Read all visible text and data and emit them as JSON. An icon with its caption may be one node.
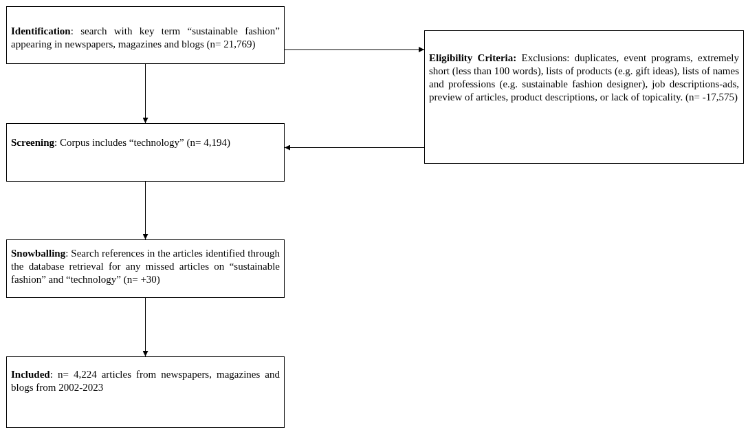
{
  "diagram": {
    "nodes": [
      {
        "text": [
          "**Identification**: search with key term “sustainable fashion” appearing in newspapers, magazines and blogs (n= 21,769)"
        ]
      },
      {
        "text": [
          "**Screening**: Corpus includes “technology” (n= 4,194)"
        ]
      },
      {
        "text": [
          "**Snowballing**: Search references in the articles identified through the database retrieval for any missed articles on “sustainable fashion” and “technology” (n= +30)"
        ]
      },
      {
        "text": [
          "**Included**: n= 4,224 articles from newspapers, magazines and blogs from 2002-2023"
        ]
      },
      {
        "text": [
          "**Eligibility Criteria:** Exclusions: duplicates, event programs, extremely short (less than 100 words), lists of products (e.g. gift ideas), lists of names and professions (e.g. sustainable fashion designer), job descriptions-ads, preview of articles, product descriptions, or lack of topicality. (n= -17,575)"
        ]
      }
    ],
    "edges": [
      {
        "from": 0,
        "to": 1,
        "arrow": "to"
      },
      {
        "from": 1,
        "to": 2,
        "arrow": "to"
      },
      {
        "from": 2,
        "to": 3,
        "arrow": "to"
      },
      {
        "from": 0,
        "to": 4,
        "arrow": "to"
      },
      {
        "from": 4,
        "to": 1,
        "arrow": "to"
      }
    ]
  }
}
